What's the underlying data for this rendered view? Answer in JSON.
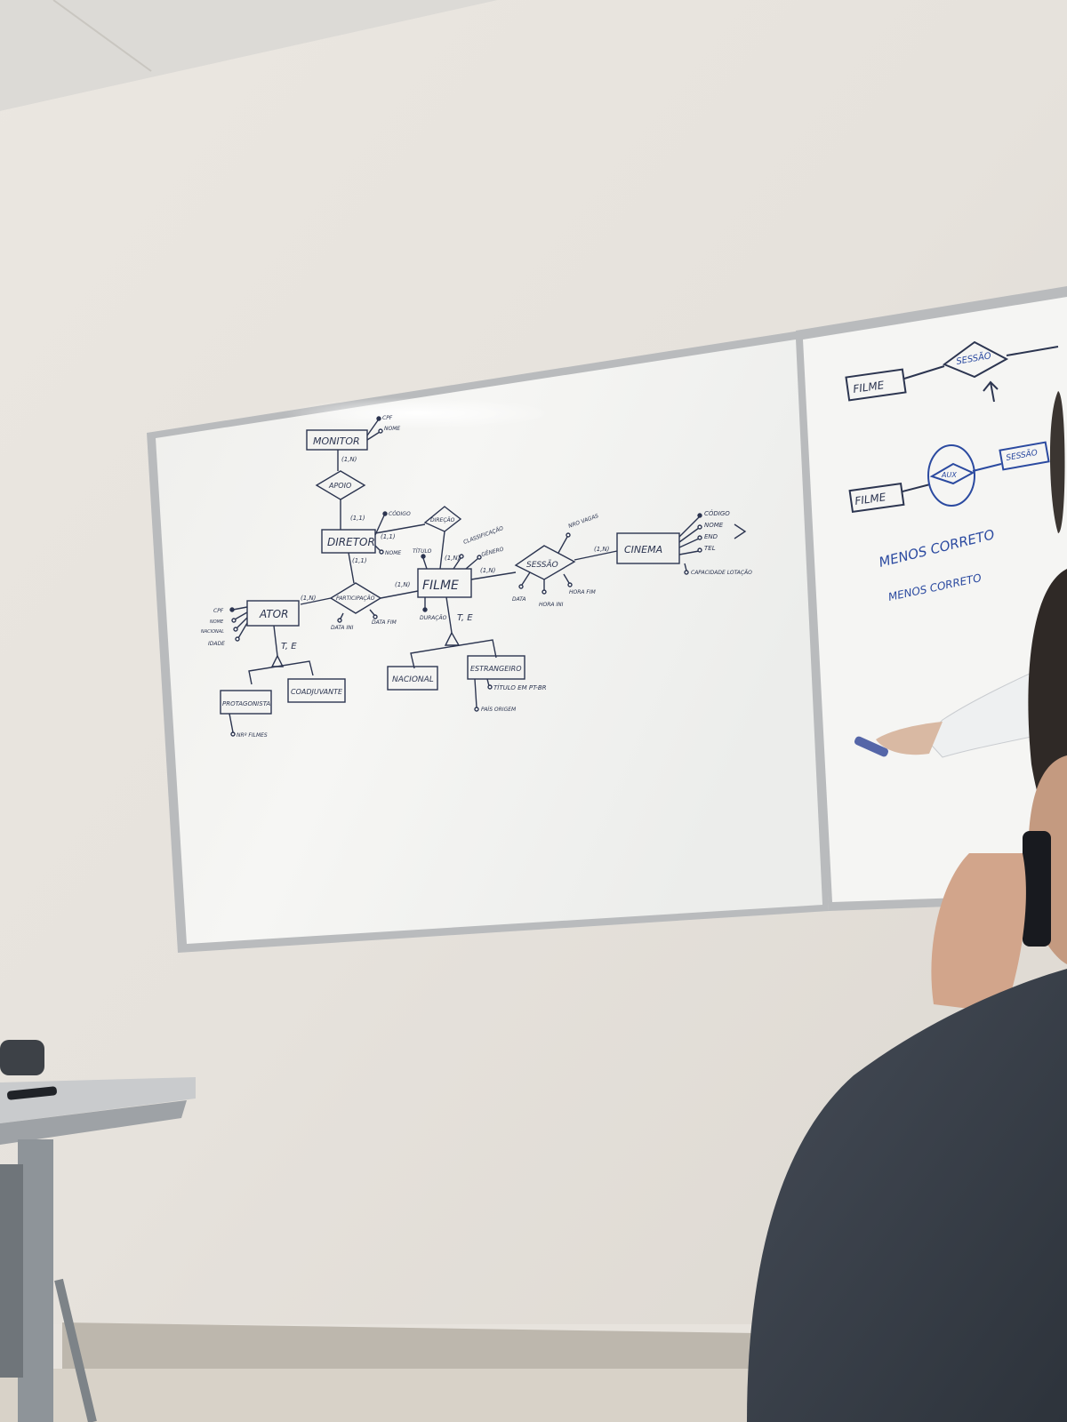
{
  "board_left": {
    "entities": {
      "monitor": "MONITOR",
      "diretor": "DIRETOR",
      "filme": "FILME",
      "ator": "ATOR",
      "cinema": "CINEMA",
      "protagonista": "PROTAGONISTA",
      "coadjuvante": "COADJUVANTE",
      "nacional": "NACIONAL",
      "estrangeiro": "ESTRANGEIRO"
    },
    "relationships": {
      "apoio": "APOIO",
      "direcao": "DIREÇÃO",
      "participacao": "PARTICIPAÇÃO",
      "sessao": "SESSÃO"
    },
    "cardinalities": {
      "monitor_apoio": "(1,N)",
      "apoio_diretor": "(1,1)",
      "diretor_direcao": "(1,1)",
      "diretor_participacao": "(1,1)",
      "ator_participacao": "(1,N)",
      "participacao_filme": "(1,N)",
      "direcao_filme": "(1,N)",
      "filme_sessao": "(1,N)",
      "sessao_cinema": "(1,N)"
    },
    "attributes": {
      "monitor": [
        "CPF",
        "NOME"
      ],
      "diretor": [
        "CÓDIGO",
        "NOME"
      ],
      "ator": [
        "CPF",
        "NOME",
        "NACIONAL",
        "IDADE"
      ],
      "participacao": [
        "DATA INI",
        "DATA FIM"
      ],
      "filme": [
        "TÍTULO",
        "CLASSIFICAÇÃO",
        "GÊNERO",
        "DURAÇÃO"
      ],
      "sessao": [
        "NRO VAGAS",
        "DATA",
        "HORA INI",
        "HORA FIM"
      ],
      "cinema": [
        "CÓDIGO",
        "NOME",
        "END",
        "TEL",
        "CAPACIDADE LOTAÇÃO"
      ],
      "protagonista": [
        "NRº FILMES"
      ],
      "estrangeiro": [
        "TÍTULO EM PT-BR",
        "PAÍS ORIGEM"
      ]
    },
    "specialization_labels": {
      "ator": "T, E",
      "filme": "T, E"
    }
  },
  "board_right": {
    "row1": {
      "entity": "FILME",
      "relationship": "SESSÃO"
    },
    "row2": {
      "entity": "FILME",
      "relationship": "AUX",
      "target": "SESSÃO"
    },
    "notes": [
      "MENOS CORRETO",
      "MENOS CORRETO"
    ]
  },
  "colors": {
    "wall": "#e7e3dd",
    "board": "#f3f3f1",
    "marker_dark": "#2c3550",
    "marker_blue": "#2b4aa0",
    "jacket": "#3a414b"
  }
}
